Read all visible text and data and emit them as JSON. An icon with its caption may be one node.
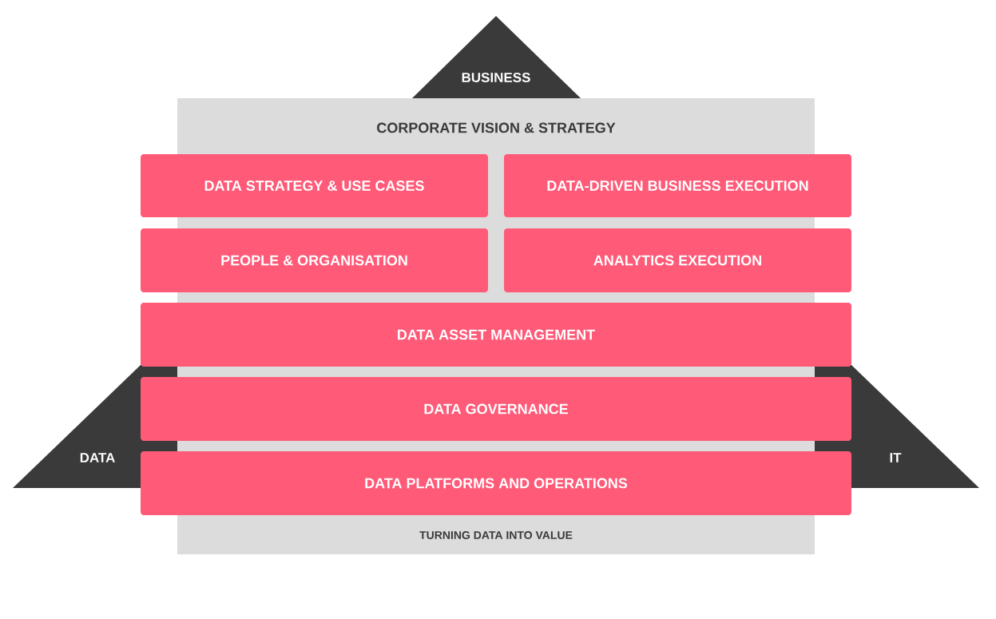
{
  "diagram": {
    "nodes": [
      {
        "text": [
          "CORPORATE VISION & STRATEGY",
          "TURNING DATA INTO VALUE"
        ]
      },
      {
        "text": [
          "BUSINESS"
        ]
      },
      {
        "text": [
          "DATA"
        ]
      },
      {
        "text": [
          "IT"
        ]
      },
      {
        "text": [
          "DATA STRATEGY & USE CASES"
        ]
      },
      {
        "text": [
          "DATA-DRIVEN BUSINESS EXECUTION"
        ]
      },
      {
        "text": [
          "PEOPLE & ORGANISATION"
        ]
      },
      {
        "text": [
          "ANALYTICS EXECUTION"
        ]
      },
      {
        "text": [
          "DATA ASSET MANAGEMENT"
        ]
      },
      {
        "text": [
          "DATA GOVERNANCE"
        ]
      },
      {
        "text": [
          "DATA PLATFORMS AND OPERATIONS"
        ]
      }
    ]
  }
}
